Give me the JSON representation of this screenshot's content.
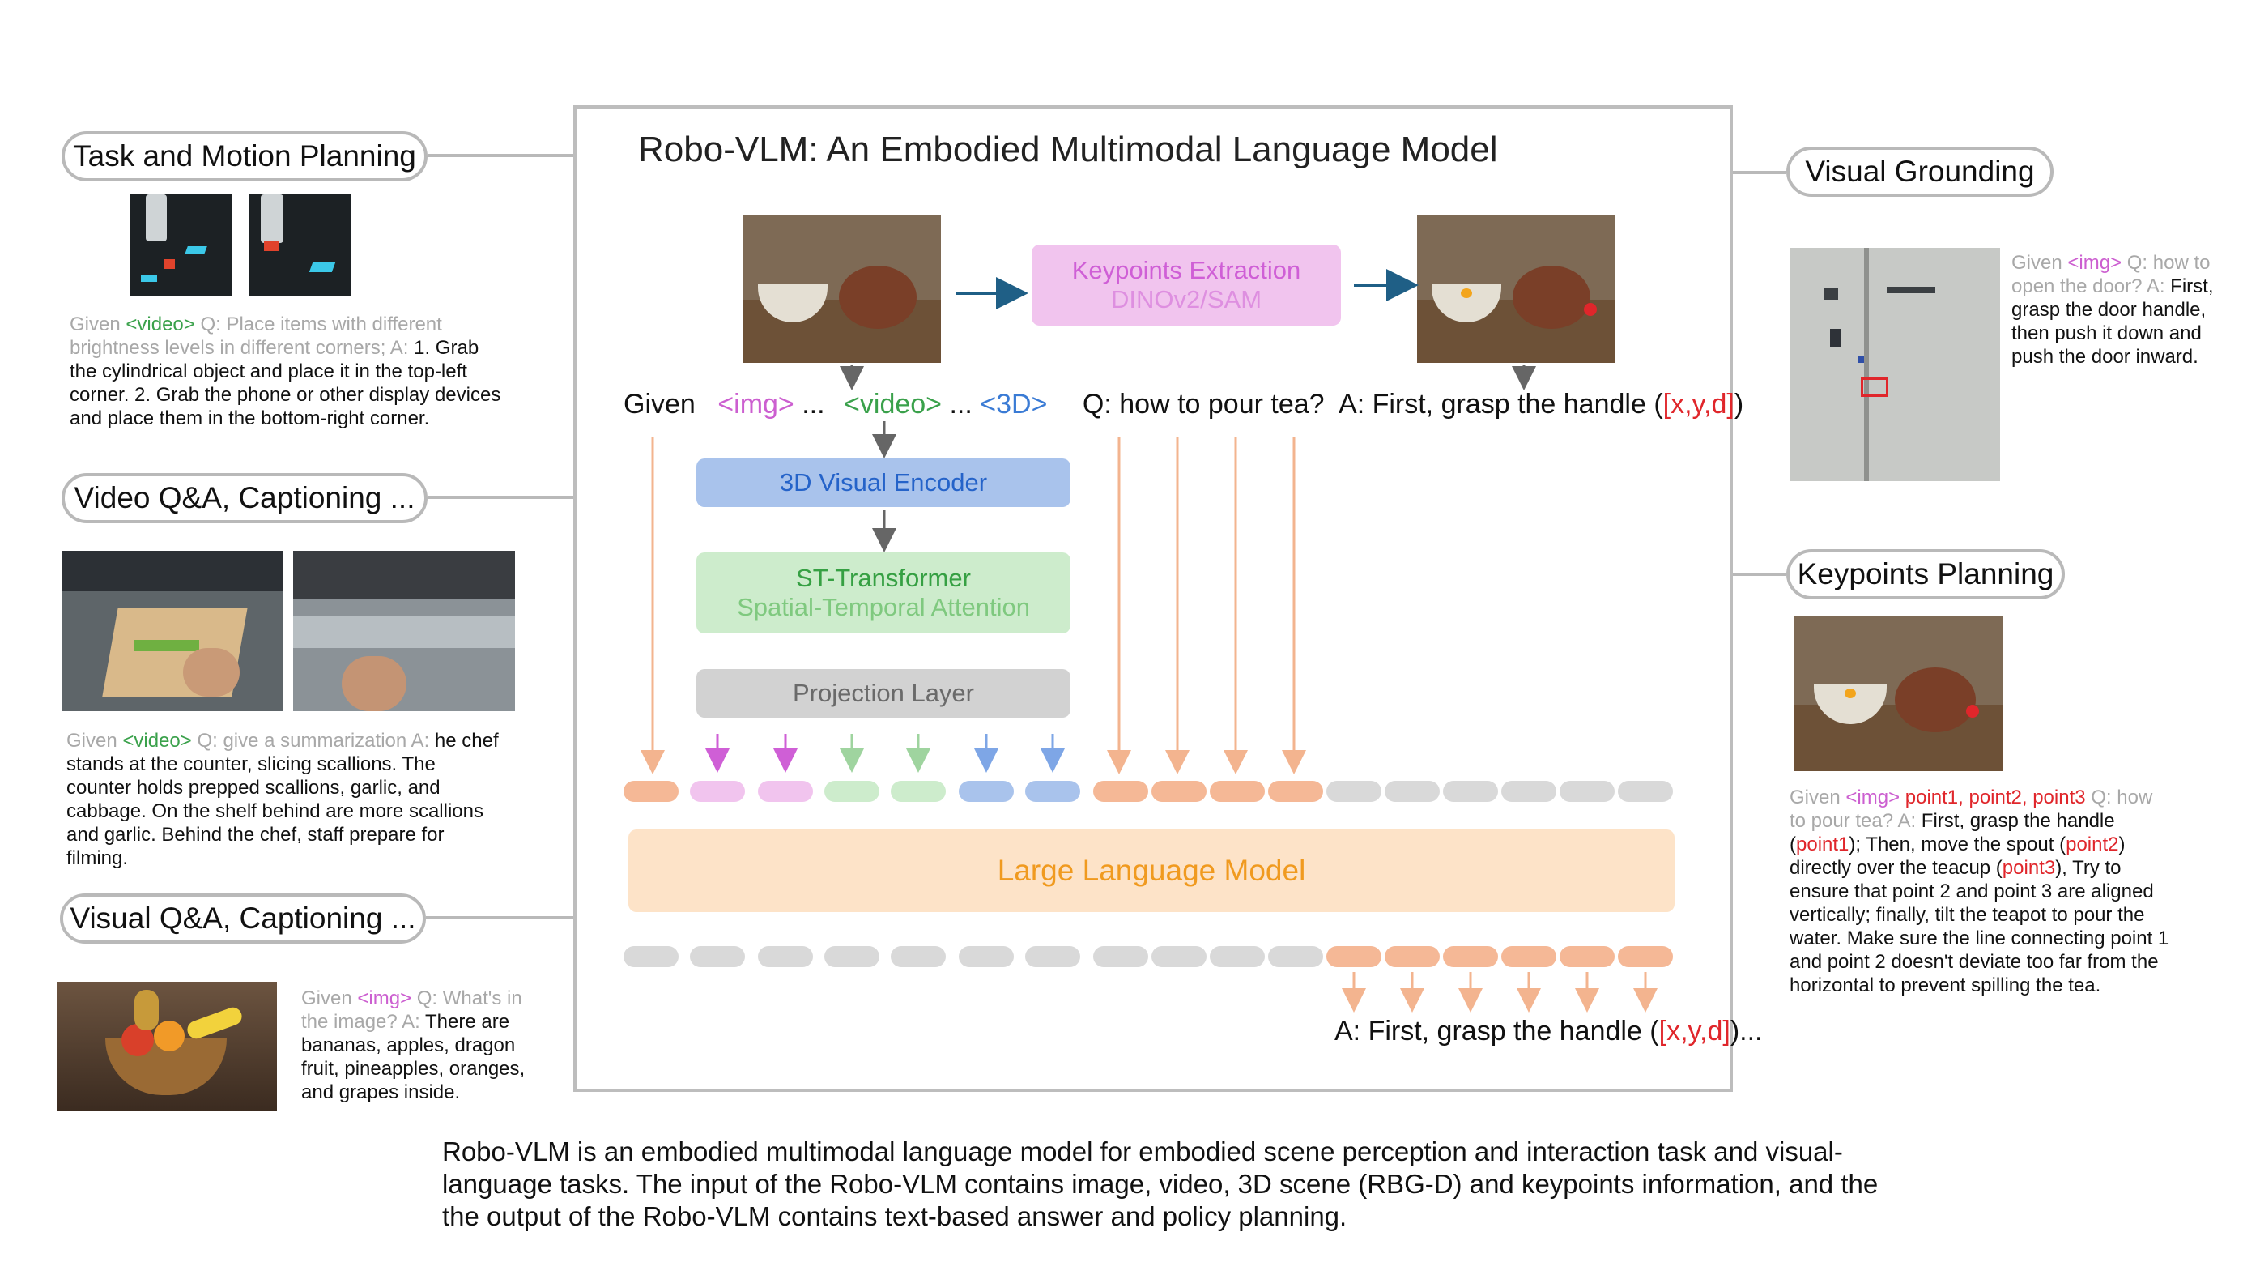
{
  "title": "Robo-VLM: An Embodied Multimodal Language Model",
  "pills": {
    "task_motion": "Task and Motion Planning",
    "video_qa": "Video Q&A, Captioning ...",
    "visual_qa": "Visual Q&A, Captioning ...",
    "visual_grounding": "Visual Grounding",
    "keypoints_planning": "Keypoints Planning"
  },
  "annotations": {
    "task_motion": {
      "given": "Given",
      "tag": "<video>",
      "question": "Q: Place items with different brightness levels in different corners; A:",
      "answer": "1. Grab the cylindrical object and place it in the top-left corner. 2. Grab the phone or other display devices and place them in the bottom-right corner."
    },
    "video_qa": {
      "given": "Given",
      "tag": "<video>",
      "question": "Q: give a summarization A:",
      "answer": "he chef stands at the counter, slicing scallions. The counter holds prepped scallions, garlic, and cabbage. On the shelf behind are more scallions and garlic. Behind the chef, staff prepare for filming."
    },
    "visual_qa": {
      "given": "Given",
      "tag": "<img>",
      "question": "Q: What's in the image? A:",
      "answer": "There are bananas, apples, dragon fruit, pineapples, oranges, and grapes inside."
    },
    "visual_grounding": {
      "given": "Given",
      "tag": "<img>",
      "question": "Q: how to open the door?  A:",
      "answer": "First, grasp the door handle, then push it down and push the door inward."
    },
    "keypoints_planning": {
      "given": "Given",
      "tag": "<img>",
      "points": "point1, point2, point3",
      "question": "Q: how to pour tea?  A:",
      "a1": "First, grasp the handle (",
      "p1": "point1",
      "a2": ");   Then, move the spout (",
      "p2": "point2",
      "a3": ") directly over the teacup (",
      "p3": "point3",
      "a4": "),    Try to ensure that point 2 and point 3 are aligned vertically; finally, tilt the teapot to pour the water. Make sure the line connecting point 1 and point 2 doesn't deviate too far from the horizontal to prevent spilling the tea."
    }
  },
  "keypoints_box": {
    "line1": "Keypoints Extraction",
    "line2": "DINOv2/SAM"
  },
  "input_line": {
    "given": "Given",
    "img": "<img>",
    "dots1": "...",
    "video": "<video>",
    "dots2": "...",
    "three_d": "<3D>",
    "question": "Q: how to pour tea?",
    "answer": "A: First, grasp the handle (",
    "coords": "[x,y,d]",
    "close": ")"
  },
  "layers": {
    "encoder": "3D Visual Encoder",
    "st_title": "ST-Transformer",
    "st_sub": "Spatial-Temporal Attention",
    "projection": "Projection Layer",
    "llm": "Large Language Model"
  },
  "output_line": {
    "prefix": "A: First, grasp the handle (",
    "coords": "[x,y,d]",
    "suffix": ")..."
  },
  "caption": "Robo-VLM is an embodied multimodal language model for embodied  scene perception  and interaction task and visual-language tasks. The input of the Robo-VLM contains image, video, 3D scene (RBG-D) and keypoints information, and the the output of the Robo-VLM contains text-based answer and policy planning.",
  "colors": {
    "orange": "#f5b896",
    "pink": "#f1c4ee",
    "green": "#cdeccc",
    "blue": "#a9c3ec",
    "gray": "#d9d9d9",
    "arrow_orange": "#f3b48f",
    "dark_arrow": "#1f5f86"
  }
}
